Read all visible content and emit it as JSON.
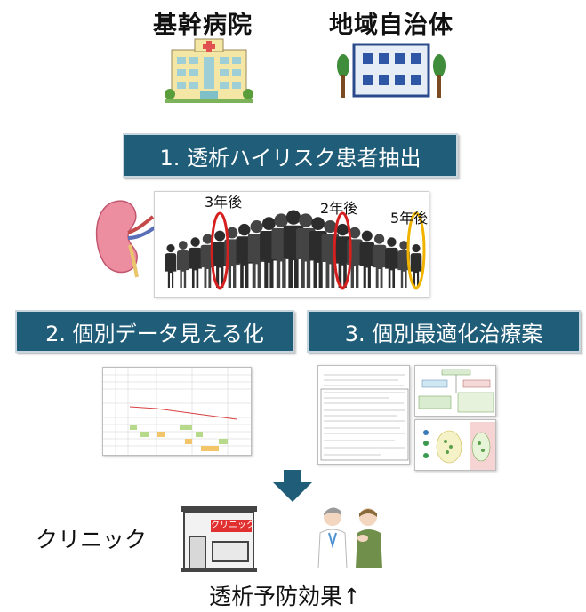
{
  "top": {
    "hospital_label": "基幹病院",
    "municipality_label": "地域自治体"
  },
  "steps": {
    "step1": "1. 透析ハイリスク患者抽出",
    "step2": "2. 個別データ見える化",
    "step3": "3. 個別最適化治療案"
  },
  "people": {
    "labels": [
      "3年後",
      "2年後",
      "5年後"
    ],
    "highlight_colors": [
      "#d62020",
      "#d62020",
      "#f0b400"
    ]
  },
  "clinic": {
    "label": "クリニック",
    "sign": "クリニック"
  },
  "result": "透析予防効果↑",
  "colors": {
    "step_bg": "#1f5d78",
    "arrow": "#1f5d78",
    "building": "#f4e7a6"
  }
}
